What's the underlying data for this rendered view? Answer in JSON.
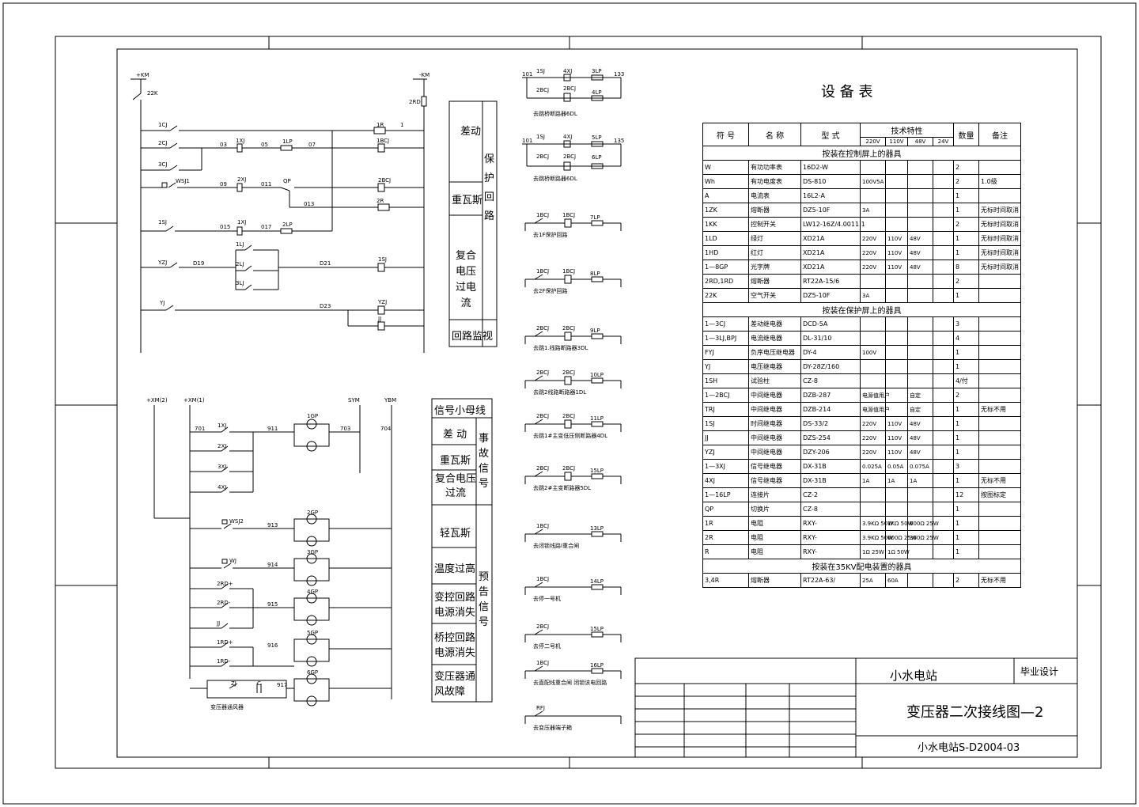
{
  "table_title": "设 备 表",
  "table_header": {
    "col_symbol": "符 号",
    "col_name": "名 称",
    "col_model": "型 式",
    "col_tech": "技术特性",
    "col_qty": "数量",
    "col_note": "备注",
    "volt_cols": [
      "220V",
      "110V",
      "48V",
      "24V"
    ]
  },
  "sections": [
    {
      "title": "按装在控制屏上的器具",
      "rows": [
        [
          "W",
          "有功功率表",
          "16D2-W",
          "",
          "",
          "",
          "",
          "2",
          ""
        ],
        [
          "Wh",
          "有功电度表",
          "DS-810",
          "100V5A",
          "",
          "",
          "",
          "2",
          "1.0级"
        ],
        [
          "A",
          "电流表",
          "16L2-A",
          "",
          "",
          "",
          "",
          "1",
          ""
        ],
        [
          "1ZK",
          "熔断器",
          "DZ5-10F",
          "3A",
          "",
          "",
          "",
          "1",
          "无标时间取消"
        ],
        [
          "1KK",
          "控制开关",
          "LW12-16Z/4.0011.1",
          "",
          "",
          "",
          "",
          "2",
          "无标时间取消"
        ],
        [
          "1LD",
          "绿灯",
          "XD21A",
          "220V",
          "110V",
          "48V",
          "",
          "1",
          "无标时间取消"
        ],
        [
          "1HD",
          "红灯",
          "XD21A",
          "220V",
          "110V",
          "48V",
          "",
          "1",
          "无标时间取消"
        ],
        [
          "1—8GP",
          "光字牌",
          "XD21A",
          "220V",
          "110V",
          "48V",
          "",
          "8",
          "无标时间取消"
        ],
        [
          "2RD,1RD",
          "熔断器",
          "RT22A-15/6",
          "",
          "",
          "",
          "",
          "2",
          ""
        ],
        [
          "22K",
          "空气开关",
          "DZ5-10F",
          "3A",
          "",
          "",
          "",
          "1",
          ""
        ]
      ]
    },
    {
      "title": "按装在保护屏上的器具",
      "rows": [
        [
          "1—3CJ",
          "差动继电器",
          "DCD-5A",
          "",
          "",
          "",
          "",
          "3",
          ""
        ],
        [
          "1—3LJ,BPJ",
          "电流继电器",
          "DL-31/10",
          "",
          "",
          "",
          "",
          "4",
          ""
        ],
        [
          "FYJ",
          "负序电压继电器",
          "DY-4",
          "100V",
          "",
          "",
          "",
          "1",
          ""
        ],
        [
          "YJ",
          "电压继电器",
          "DY-28Z/160",
          "",
          "",
          "",
          "",
          "1",
          ""
        ],
        [
          "1SH",
          "试验柱",
          "CZ-8",
          "",
          "",
          "",
          "",
          "4/付",
          ""
        ],
        [
          "1—2BCJ",
          "中间继电器",
          "DZB-287",
          "电源值用户",
          "",
          "自定",
          "",
          "2",
          ""
        ],
        [
          "TRJ",
          "中间继电器",
          "DZB-214",
          "电源值用户",
          "",
          "自定",
          "",
          "1",
          "无标不用"
        ],
        [
          "1SJ",
          "时间继电器",
          "DS-33/2",
          "220V",
          "110V",
          "48V",
          "",
          "1",
          ""
        ],
        [
          "JJ",
          "中间继电器",
          "DZS-254",
          "220V",
          "110V",
          "48V",
          "",
          "1",
          ""
        ],
        [
          "YZJ",
          "中间继电器",
          "DZY-206",
          "220V",
          "110V",
          "48V",
          "",
          "1",
          ""
        ],
        [
          "1—3XJ",
          "信号继电器",
          "DX-31B",
          "0.025A",
          "0.05A",
          "0.075A",
          "",
          "3",
          ""
        ],
        [
          "4XJ",
          "信号继电器",
          "DX-31B",
          "1A",
          "1A",
          "1A",
          "",
          "1",
          "无标不用"
        ],
        [
          "1—16LP",
          "连接片",
          "CZ-2",
          "",
          "",
          "",
          "",
          "12",
          "按图标定"
        ],
        [
          "QP",
          "切换片",
          "CZ-8",
          "",
          "",
          "",
          "",
          "1",
          ""
        ],
        [
          "1R",
          "电阻",
          "RXY-",
          "3.9KΩ 50W",
          "1KΩ 50W",
          "600Ω 25W",
          "",
          "1",
          ""
        ],
        [
          "2R",
          "电阻",
          "RXY-",
          "3.9KΩ 50W",
          "600Ω 25W",
          "360Ω 25W",
          "",
          "1",
          ""
        ],
        [
          "R",
          "电阻",
          "RXY-",
          "1Ω 25W",
          "1Ω 50W",
          "",
          "",
          "1",
          ""
        ]
      ]
    },
    {
      "title": "按装在35KV配电装置的器具",
      "rows": [
        [
          "3,4R",
          "熔断器",
          "RT22A-63/",
          "25A",
          "60A",
          "",
          "",
          "2",
          "无标不用"
        ]
      ]
    }
  ],
  "title_block": {
    "station": "小水电站",
    "design_type": "毕业设计",
    "drawing_title": "变压器二次接线图—2",
    "drawing_no": "小水电站S-D2004-03"
  },
  "protection_box": {
    "right_label": "保护回路",
    "items": [
      "差动",
      "重瓦斯",
      "复合电压过电流",
      "回路监视"
    ]
  },
  "signal_box": {
    "header": "信号小母线",
    "accident_label": "事故信号",
    "warning_label": "预告信号",
    "items": [
      "差 动",
      "重瓦斯",
      "复合电压过流",
      "轻瓦斯",
      "温度过高",
      "变控回路电源消失",
      "桥控回路电源消失",
      "变压器通风故障"
    ]
  },
  "labels": {
    "bus_plus_km": "+KM",
    "bus_minus_km": "-KM",
    "sw_22k": "22K",
    "fuse_2rd": "2RD",
    "c1": "1CJ",
    "c2": "2CJ",
    "c3": "3CJ",
    "w03": "03",
    "w05": "05",
    "w07": "07",
    "w09": "09",
    "w011": "011",
    "w013": "013",
    "w015": "015",
    "w017": "017",
    "d19": "D19",
    "d21": "D21",
    "d23": "D23",
    "x1": "1XJ",
    "x2": "2XJ",
    "x3": "1XJ",
    "lp1": "1LP",
    "lp2": "2LP",
    "qp": "QP",
    "bcj1": "1BCJ",
    "bcj2": "2BCJ",
    "r1": "1R",
    "r2": "2R",
    "n1": "1",
    "wsj1": "WSJ1",
    "sj1": "1SJ",
    "sj_coil": "1SJ",
    "lj1": "1LJ",
    "lj2": "2LJ",
    "lj3": "3LJ",
    "yzj": "YZJ",
    "yj": "YJ",
    "yzj2": "YZJ",
    "jj": "JJ",
    "km2": "+XM(2)",
    "km1": "+XM(1)",
    "sym": "SYM",
    "ybm": "YBM",
    "n701": "701",
    "n911": "911",
    "n703": "703",
    "n704": "704",
    "xj1": "1XJ",
    "xj2": "2XJ",
    "xj3": "3XJ",
    "xj4": "4XJ",
    "gp1": "1GP",
    "gp2": "2GP",
    "gp3": "3GP",
    "gp4": "4GP",
    "gp5": "5GP",
    "gp6": "6GP",
    "wsj2": "WSJ2",
    "n913": "913",
    "wj": "WJ",
    "n914": "914",
    "r2rd": "2RD+",
    "r2rd2": "2RD-",
    "jj2": "JJ",
    "n915": "915",
    "r1rd": "1RD+",
    "r1rd2": "1RD-",
    "n916": "916",
    "zj": "ZJ",
    "cc": "C",
    "n917": "917",
    "fan_fault": "变压器通风器"
  },
  "trip_circuits": [
    {
      "a": "1SJ",
      "b": "4XJ",
      "c": "3LP",
      "n1": "101",
      "n2": "133",
      "desc": "去跳桥断路器6DL",
      "a2": "2BCJ",
      "b2": "2BCJ",
      "c2": "4LP"
    },
    {
      "a": "1SJ",
      "b": "4XJ",
      "c": "5LP",
      "n1": "101",
      "n2": "135",
      "desc": "去跳桥断路器6DL",
      "a2": "2BCJ",
      "b2": "2BCJ",
      "c2": "6LP"
    }
  ],
  "aux_circuits": [
    {
      "a": "1BCJ",
      "b": "1BCJ",
      "c": "7LP",
      "desc": "去1F保护回路"
    },
    {
      "a": "1BCJ",
      "b": "1BCJ",
      "c": "8LP",
      "desc": "去2F保护回路"
    },
    {
      "a": "2BCJ",
      "b": "2BCJ",
      "c": "9LP",
      "desc": "去跳1.线路断路器3DL"
    },
    {
      "a": "2BCJ",
      "b": "2BCJ",
      "c": "10LP",
      "desc": "去跳2线路断路器1DL"
    },
    {
      "a": "2BCJ",
      "b": "2BCJ",
      "c": "11LP",
      "desc": "去跳1#主变低压侧断路器4DL"
    },
    {
      "a": "2BCJ",
      "b": "2BCJ",
      "c": "15LP",
      "desc": "去跳2#主变断路器5DL"
    },
    {
      "a": "1BCJ",
      "b": "",
      "c": "13LP",
      "desc": "去闭锁线路Ⅰ重合闸"
    },
    {
      "a": "1BCJ",
      "b": "",
      "c": "14LP",
      "desc": "去停一号机"
    },
    {
      "a": "2BCJ",
      "b": "",
      "c": "15LP",
      "desc": "去停二号机"
    },
    {
      "a": "1BCJ",
      "b": "",
      "c": "16LP",
      "desc": "去直配线重合闸 闭锁该电回路"
    },
    {
      "a": "RFJ",
      "b": "",
      "c": "",
      "desc": "去变压器端子箱"
    }
  ]
}
